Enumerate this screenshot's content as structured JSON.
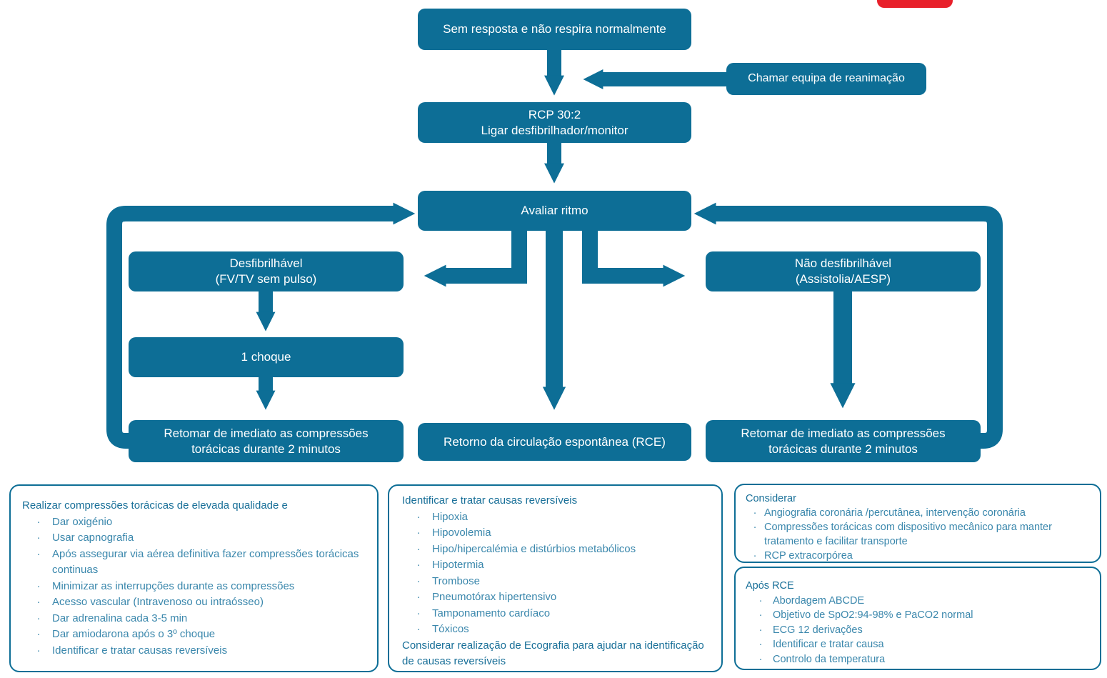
{
  "colors": {
    "teal": "#0d6e96",
    "red": "#e8202a",
    "info_text": "#3a87ac",
    "info_header": "#186f98"
  },
  "ui": {
    "bullet": "·"
  },
  "flow": {
    "no_response": "Sem resposta e não respira normalmente",
    "call_team": "Chamar equipa de reanimação",
    "cpr_line1": "RCP 30:2",
    "cpr_line2": "Ligar desfibrilhador/monitor",
    "assess_rhythm": "Avaliar ritmo",
    "shockable_line1": "Desfibrilhável",
    "shockable_line2": "(FV/TV sem pulso)",
    "non_shockable_line1": "Não desfibrilhável",
    "non_shockable_line2": "(Assistolia/AESP)",
    "one_shock": "1 choque",
    "resume_left_line1": "Retomar de imediato as compressões",
    "resume_left_line2": "torácicas durante 2 minutos",
    "rosc": "Retorno da circulação espontânea (RCE)",
    "resume_right_line1": "Retomar de imediato as compressões",
    "resume_right_line2": "torácicas durante 2 minutos"
  },
  "info_quality": {
    "header": "Realizar compressões torácicas de elevada qualidade e",
    "items": [
      "Dar oxigénio",
      "Usar capnografia",
      "Após assegurar via aérea definitiva fazer compressões torácicas continuas",
      "Minimizar as interrupções durante as compressões",
      "Acesso vascular (Intravenoso ou intraósseo)",
      "Dar adrenalina cada 3-5 min",
      "Dar amiodarona após o 3º choque",
      "Identificar e tratar causas reversíveis"
    ]
  },
  "info_causes": {
    "header": "Identificar e tratar causas reversíveis",
    "items": [
      "Hipoxia",
      "Hipovolemia",
      "Hipo/hipercalémia e distúrbios metabólicos",
      "Hipotermia",
      "Trombose",
      "Pneumotórax hipertensivo",
      "Tamponamento cardíaco",
      "Tóxicos"
    ],
    "footer": "Considerar realização de Ecografia para ajudar na identificação de causas reversíveis"
  },
  "info_consider": {
    "header": "Considerar",
    "items": [
      "Angiografia coronária /percutânea, intervenção coronária",
      "Compressões torácicas com dispositivo mecânico para manter tratamento e facilitar transporte",
      "RCP extracorpórea"
    ]
  },
  "info_after": {
    "header": "Após RCE",
    "items": [
      "Abordagem ABCDE",
      "Objetivo de SpO2:94-98% e PaCO2 normal",
      "ECG 12 derivações",
      "Identificar e tratar causa",
      "Controlo da temperatura"
    ]
  }
}
